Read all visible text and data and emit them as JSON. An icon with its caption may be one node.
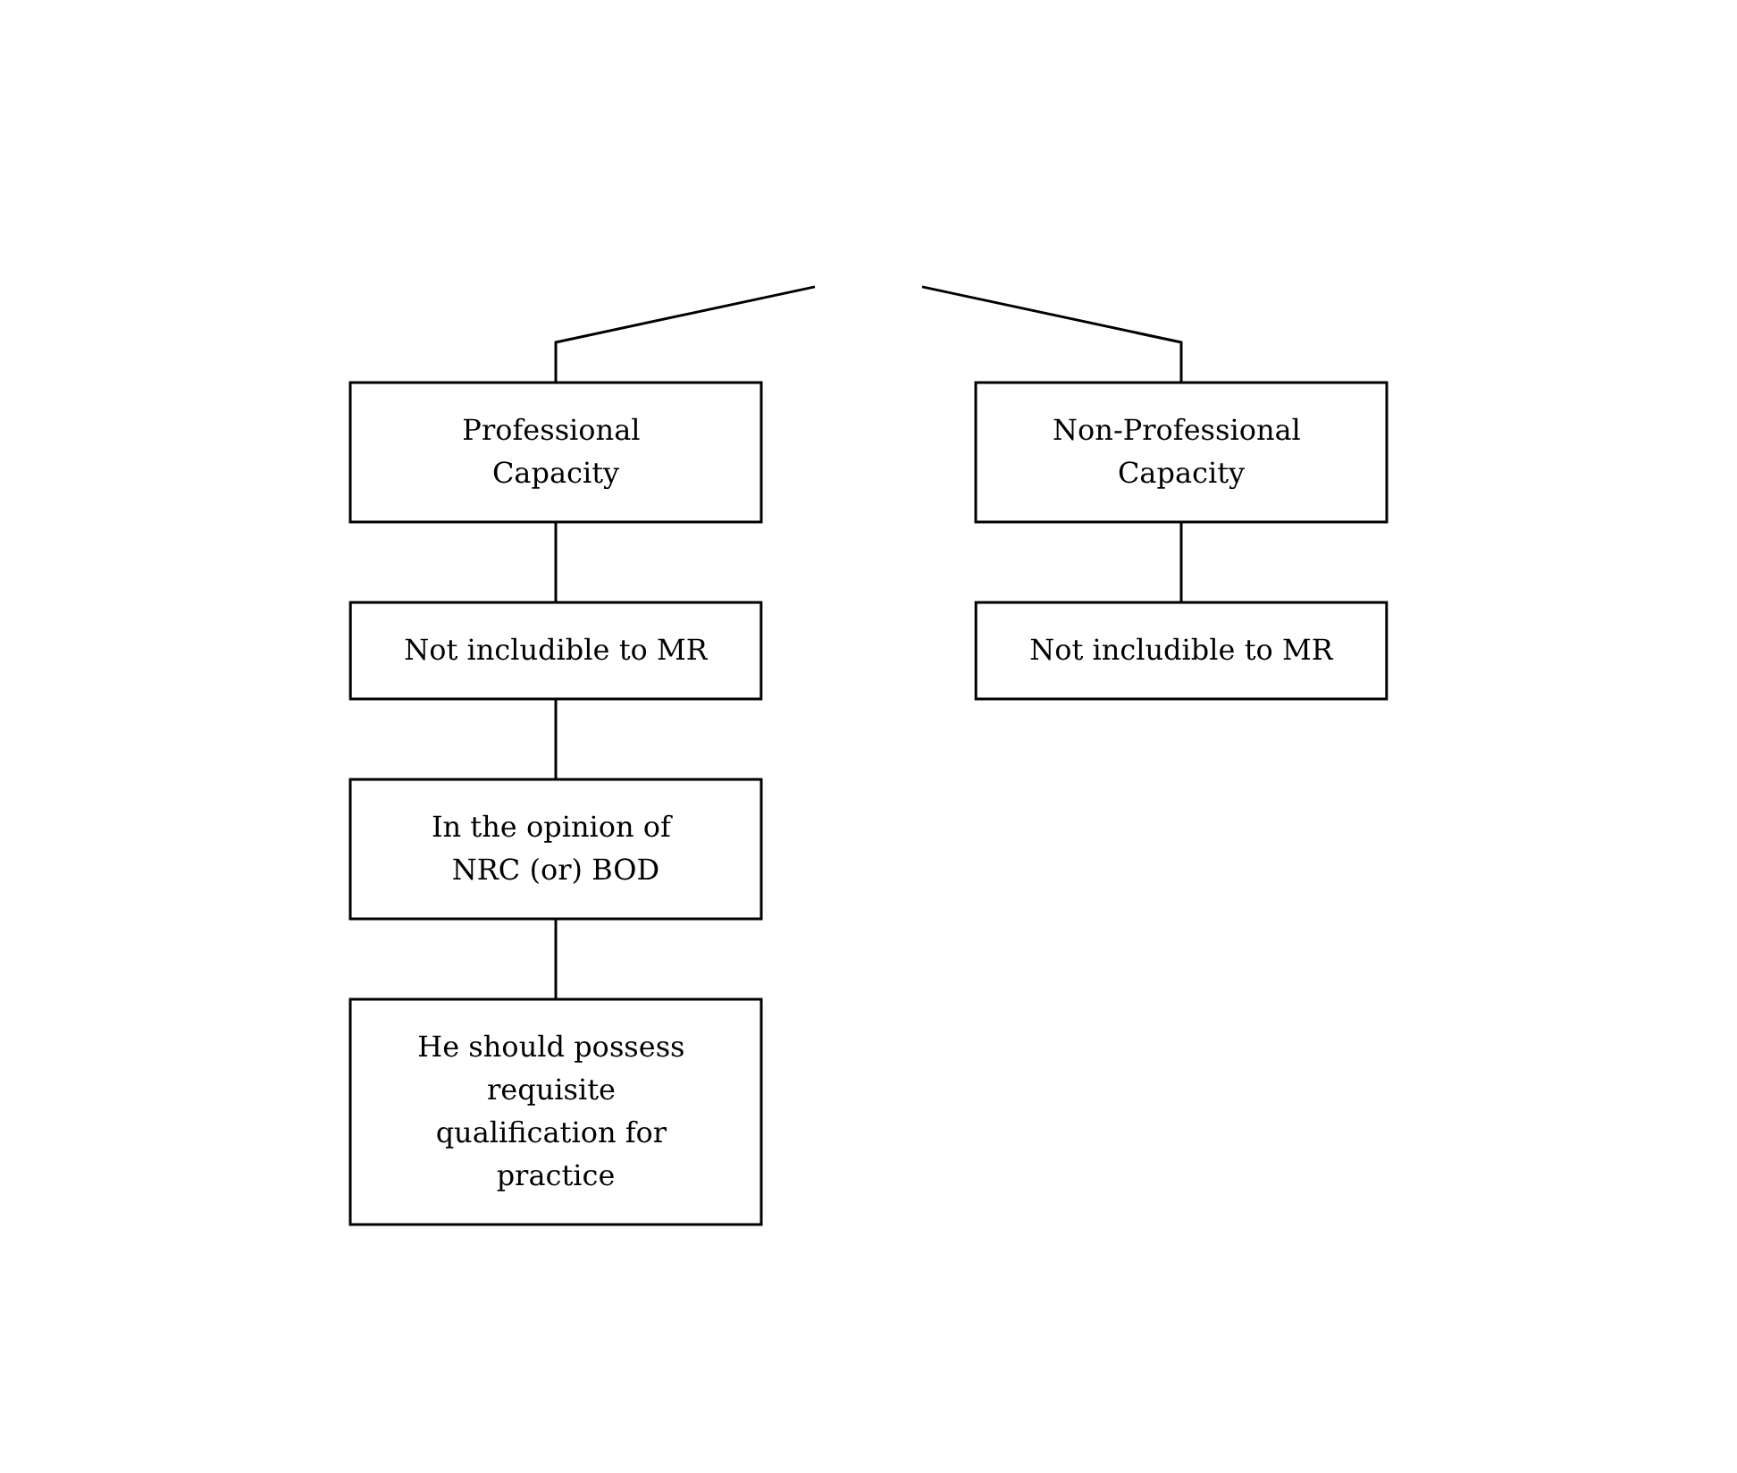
{
  "diagram": {
    "nodes": [
      {
        "text": [
          "Professional Capacity"
        ]
      },
      {
        "text": [
          "Not includible to MR"
        ]
      },
      {
        "text": [
          "In the opinion of NRC (or) BOD"
        ]
      },
      {
        "text": [
          "He should possess requisite qualification for practice"
        ]
      },
      {
        "text": [
          "Non-Professional Capacity"
        ]
      },
      {
        "text": [
          "Not includible to MR"
        ]
      }
    ],
    "edges": [
      {
        "from": null,
        "to": 0,
        "arrow": "none"
      },
      {
        "from": null,
        "to": 4,
        "arrow": "none"
      },
      {
        "from": 0,
        "to": 1,
        "arrow": "none"
      },
      {
        "from": 1,
        "to": 2,
        "arrow": "none"
      },
      {
        "from": 2,
        "to": 3,
        "arrow": "none"
      },
      {
        "from": 4,
        "to": 5,
        "arrow": "none"
      }
    ]
  }
}
